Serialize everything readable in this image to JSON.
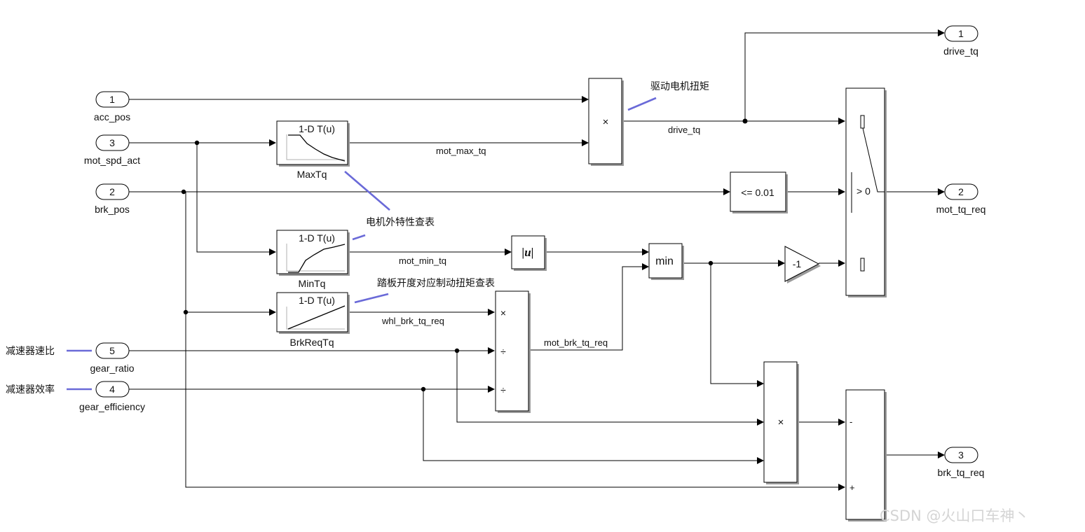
{
  "inports": [
    {
      "num": "1",
      "name": "acc_pos"
    },
    {
      "num": "3",
      "name": "mot_spd_act"
    },
    {
      "num": "2",
      "name": "brk_pos"
    },
    {
      "num": "5",
      "name": "gear_ratio"
    },
    {
      "num": "4",
      "name": "gear_efficiency"
    }
  ],
  "outports": [
    {
      "num": "1",
      "name": "drive_tq"
    },
    {
      "num": "2",
      "name": "mot_tq_req"
    },
    {
      "num": "3",
      "name": "brk_tq_req"
    }
  ],
  "lookup_tables": [
    {
      "title": "1-D T(u)",
      "name": "MaxTq"
    },
    {
      "title": "1-D T(u)",
      "name": "MinTq"
    },
    {
      "title": "1-D T(u)",
      "name": "BrkReqTq"
    }
  ],
  "signals": {
    "drive_tq": "drive_tq",
    "mot_max_tq": "mot_max_tq",
    "mot_min_tq": "mot_min_tq",
    "whl_brk_tq_req": "whl_brk_tq_req",
    "mot_brk_tq_req": "mot_brk_tq_req"
  },
  "blocks": {
    "product_top": "×",
    "compare": "<= 0.01",
    "switch_threshold": "> 0",
    "abs": "|u|",
    "min": "min",
    "gain": "-1",
    "divide_ops": [
      "×",
      "÷",
      "÷"
    ],
    "product_bottom": "×",
    "sum_signs": [
      "-",
      "+"
    ]
  },
  "annotations": {
    "drive_motor_torque": "驱动电机扭矩",
    "motor_curve_lookup": "电机外特性查表",
    "pedal_brake_lookup": "踏板开度对应制动扭矩查表",
    "reducer_ratio": "减速器速比",
    "reducer_efficiency": "减速器效率"
  },
  "watermark": "CSDN @火山口车神丶"
}
